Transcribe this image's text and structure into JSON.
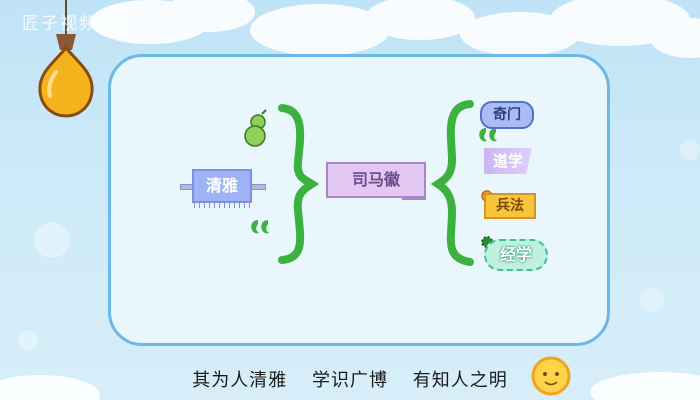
{
  "watermark": "匠子视频",
  "mindmap": {
    "left_node": "清雅",
    "center_node": "司马徽",
    "right_nodes": [
      "奇门",
      "道学",
      "兵法",
      "经学"
    ]
  },
  "subtitle": {
    "part1": "其为人清雅",
    "part2": "学识广博",
    "part3": "有知人之明"
  },
  "colors": {
    "panel_border": "#6cb8e6",
    "brace_green": "#3db13f",
    "center_node_fill": "#e1c7f2",
    "left_node_fill": "#9fb2f4"
  }
}
